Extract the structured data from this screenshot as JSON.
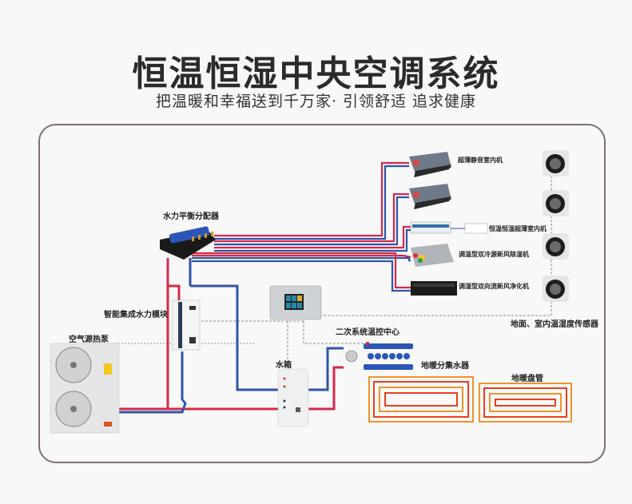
{
  "header": {
    "title": "恒温恒湿中央空调系统",
    "subtitle": "把温暖和幸福送到千万家· 引领舒适 追求健康"
  },
  "components": {
    "distributor": "水力平衡分配器",
    "indoor_unit_1": "超薄静音室内机",
    "indoor_unit_3": "恒温恒湿超薄室内机",
    "dehumidifier": "调温型双冷源新风除湿机",
    "purifier": "调湿型双向流新风净化机",
    "sensors": "地面、室内温湿度传感器",
    "hydraulic_module": "智能集成水力模块",
    "heat_pump": "空气源热泵",
    "controller": "二次系统温控中心",
    "water_tank": "水箱",
    "floor_manifold": "地暖分集水器",
    "floor_coil": "地暖盘管"
  },
  "colors": {
    "supply_pipe": "#d42a4a",
    "return_pipe": "#2f55a8",
    "floor_coil_outer": "#f0922a",
    "floor_coil_inner": "#e8401e",
    "frame": "#7d726d",
    "signal_line": "#888888"
  }
}
